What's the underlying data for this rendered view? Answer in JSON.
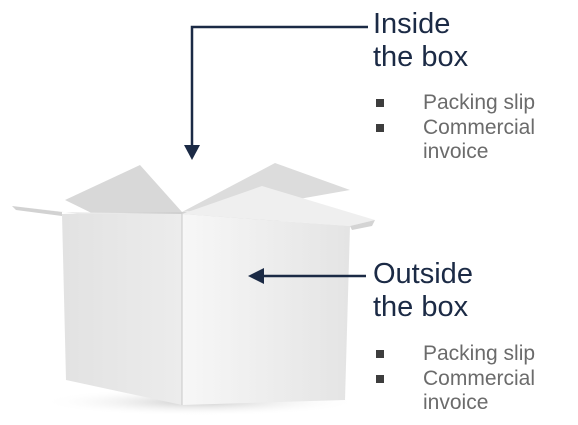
{
  "colors": {
    "heading": "#1b2a45",
    "list_text": "#6b6b6b",
    "arrow": "#1b2a45",
    "bullet": "#3d3d3d",
    "box": "#eeeeee"
  },
  "inside": {
    "heading_line1": "Inside",
    "heading_line2": "the box",
    "items": [
      {
        "line1": "Packing slip",
        "line2": ""
      },
      {
        "line1": "Commercial",
        "line2": "invoice"
      }
    ]
  },
  "outside": {
    "heading_line1": "Outside",
    "heading_line2": "the box",
    "items": [
      {
        "line1": "Packing slip",
        "line2": ""
      },
      {
        "line1": "Commercial",
        "line2": "invoice"
      }
    ]
  }
}
